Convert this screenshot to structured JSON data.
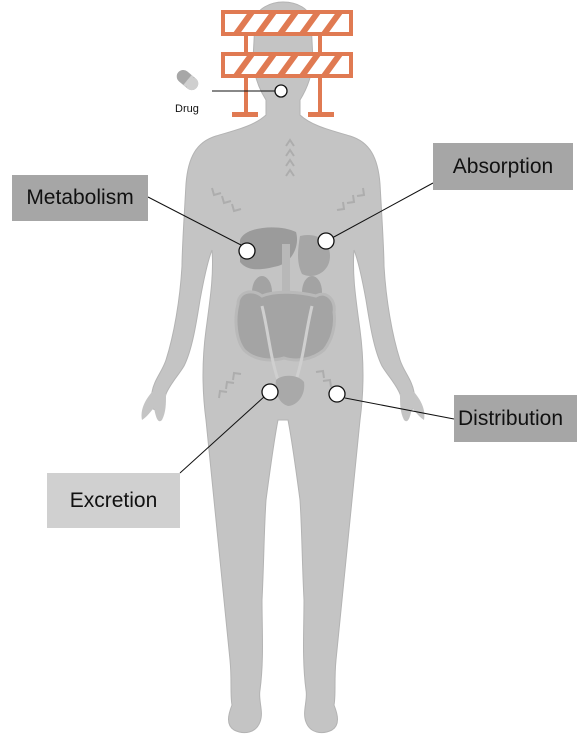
{
  "colors": {
    "body": "#c4c4c4",
    "body_edge": "#b3b3b3",
    "organ": "#aaaaaa",
    "organ_dark": "#9b9b9b",
    "barrier": "#e07a52",
    "leader": "#111111",
    "marker_fill": "#ffffff",
    "label_dark_bg": "#a6a6a6",
    "label_light_bg": "#d0d0d0",
    "arrow": "#adadad",
    "pill": "#a7a7a7"
  },
  "icons": {
    "barrier": "road-barrier-icon",
    "drug": "capsule-pill-icon"
  },
  "drug": {
    "label": "Drug"
  },
  "labels": {
    "metabolism": "Metabolism",
    "absorption": "Absorption",
    "distribution": "Distribution",
    "excretion": "Excretion"
  }
}
